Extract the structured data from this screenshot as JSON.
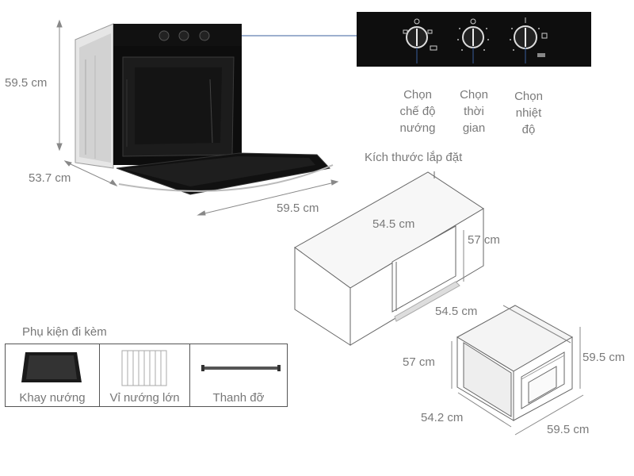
{
  "oven_dimensions": {
    "height": "59.5 cm",
    "depth": "53.7 cm",
    "width": "59.5 cm"
  },
  "control_panel": {
    "knobs": [
      {
        "label_line1": "Chọn",
        "label_line2": "chế độ",
        "label_line3": "nướng"
      },
      {
        "label_line1": "Chọn",
        "label_line2": "thời",
        "label_line3": "gian"
      },
      {
        "label_line1": "Chọn",
        "label_line2": "nhiệt",
        "label_line3": "độ"
      }
    ]
  },
  "installation": {
    "title": "Kích thước lắp đặt",
    "cabinet_width": "54.5 cm",
    "cabinet_height": "57 cm",
    "cabinet_depth": "54.5 cm",
    "oven_height_left": "57 cm",
    "oven_height_right": "59.5 cm",
    "oven_depth": "54.2 cm",
    "oven_width": "59.5 cm"
  },
  "accessories": {
    "title": "Phụ kiện đi kèm",
    "items": [
      {
        "label": "Khay nướng",
        "icon": "baking-tray-icon"
      },
      {
        "label": "Vỉ nướng lớn",
        "icon": "grill-rack-icon"
      },
      {
        "label": "Thanh đỡ",
        "icon": "support-rail-icon"
      }
    ]
  },
  "colors": {
    "oven_black": "#111111",
    "line_gray": "#888888",
    "dim_blue": "#3b5f9c",
    "text_gray": "#7a7a7a"
  }
}
